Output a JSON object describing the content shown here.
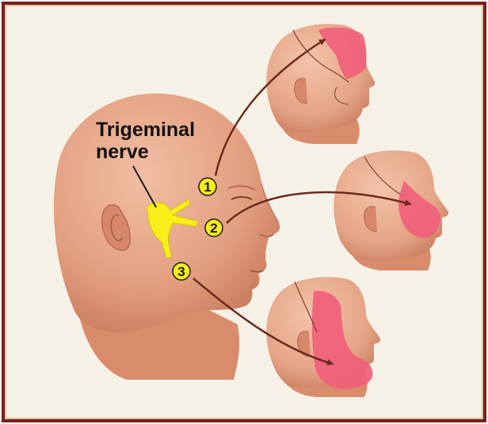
{
  "title_line1": "Trigeminal",
  "title_line2": "nerve",
  "branches": [
    {
      "number": "1",
      "region": "forehead"
    },
    {
      "number": "2",
      "region": "cheek-and-nose"
    },
    {
      "number": "3",
      "region": "jaw"
    }
  ],
  "colors": {
    "border": "#7a1f1f",
    "background": "#f5f1e6",
    "skin": "#e8a283",
    "skin_shadow": "#cf8466",
    "highlight_region": "#f0607a",
    "nerve": "#f7ee1a",
    "arrow": "#6b2a1c"
  }
}
